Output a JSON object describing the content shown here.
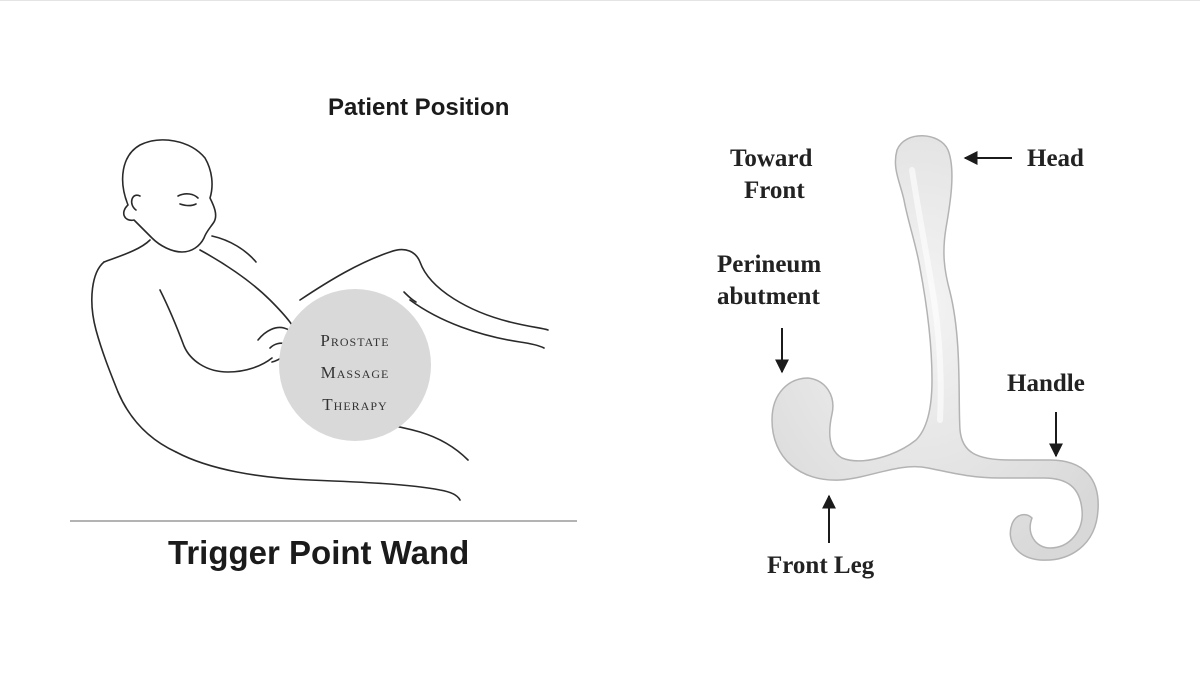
{
  "left_panel": {
    "patient_position_label": "Patient Position",
    "circle_line_1": "Prostate",
    "circle_line_2": "Massage",
    "circle_line_3": "Therapy",
    "bottom_title": "Trigger Point Wand"
  },
  "right_panel": {
    "toward_front_line_1": "Toward",
    "toward_front_line_2": "Front",
    "head_label": "Head",
    "perineum_line_1": "Perineum",
    "perineum_line_2": "abutment",
    "handle_label": "Handle",
    "front_leg_label": "Front Leg"
  },
  "colors": {
    "ink": "#1b1b1b",
    "circle_fill": "#d9d9d9",
    "device_fill": "#ededed",
    "device_edge": "#a8a8a8"
  }
}
